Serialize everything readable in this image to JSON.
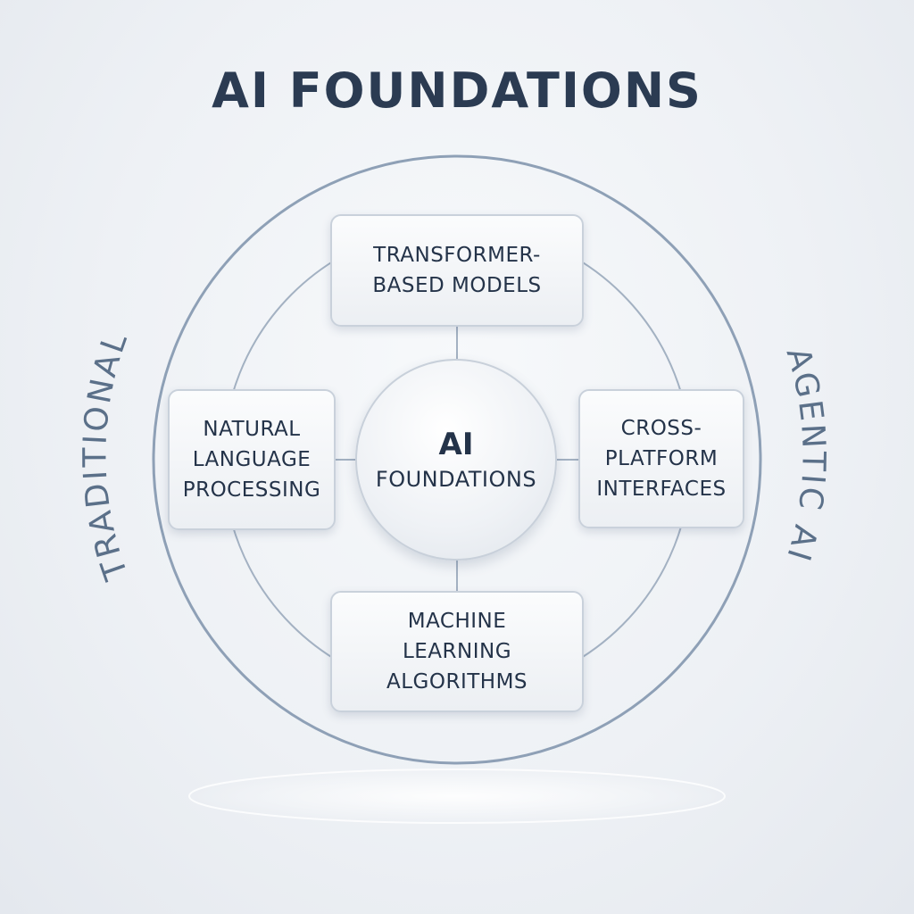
{
  "title": "AI FOUNDATIONS",
  "center": {
    "line1": "AI",
    "line2": "FOUNDATIONS"
  },
  "nodes": {
    "top": "TRANSFORMER-\nBASED MODELS",
    "left": "NATURAL\nLANGUAGE\nPROCESSING",
    "right": "CROSS-\nPLATFORM\nINTERFACES",
    "bottom": "MACHINE\nLEARNING\nALGORITHMS"
  },
  "side_labels": {
    "left": "TRADITIONAL",
    "right": "AGENTIC AI"
  },
  "colors": {
    "title": "#2b3b52",
    "ring": "#8ea0b6",
    "side_text": "#5b7089"
  }
}
